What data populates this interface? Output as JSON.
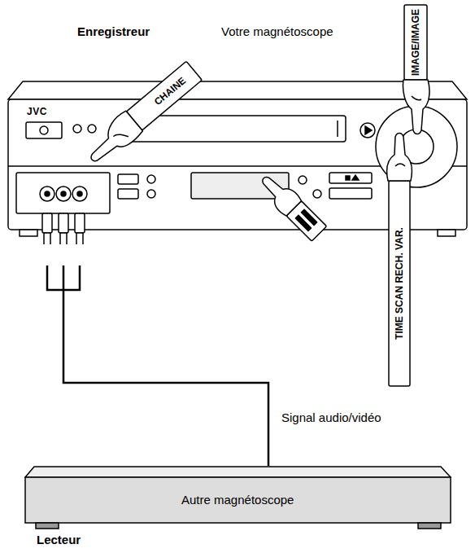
{
  "diagram": {
    "nodes": [
      {
        "text": [
          "Enregistreur",
          "Votre magnétoscope",
          "JVC"
        ]
      },
      {
        "text": [
          "Autre magnétoscope",
          "Lecteur"
        ]
      }
    ],
    "edges": [
      {
        "from": 1,
        "to": 0,
        "label": "Signal audio/vidéo",
        "arrow": "to"
      }
    ],
    "labels": [
      "CHAINE",
      "IMAGE/IMAGE",
      "TIME SCAN RECH. VAR."
    ]
  }
}
